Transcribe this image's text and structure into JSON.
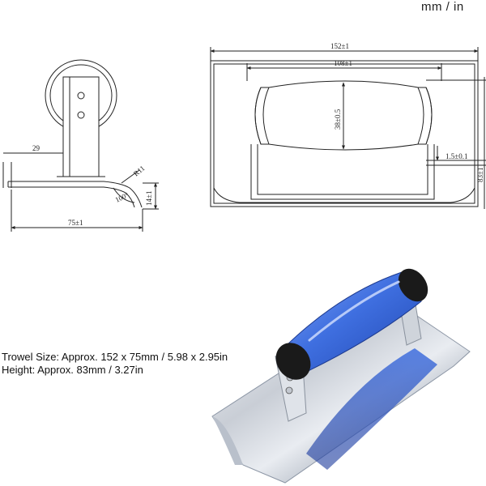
{
  "header": {
    "unit_label": "mm / in"
  },
  "side_view": {
    "dim_height_small": "29",
    "dim_radius": "R11",
    "dim_angle": "100°",
    "dim_edge": "14±1",
    "dim_width": "75±1"
  },
  "top_view": {
    "dim_overall_length": "152±1",
    "dim_handle_length": "108±1",
    "dim_handle_diameter": "38±0.5",
    "dim_thickness": "1.5±0.1",
    "dim_height_cut": "83±1"
  },
  "specs": {
    "size": "Trowel Size: Approx. 152 x 75mm / 5.98 x 2.95in",
    "height": "Height: Approx. 83mm / 3.27in"
  },
  "colors": {
    "handle_blue": "#3f6fe0",
    "handle_cap": "#1a1a1a",
    "blade_steel": "#d6dbe4"
  }
}
